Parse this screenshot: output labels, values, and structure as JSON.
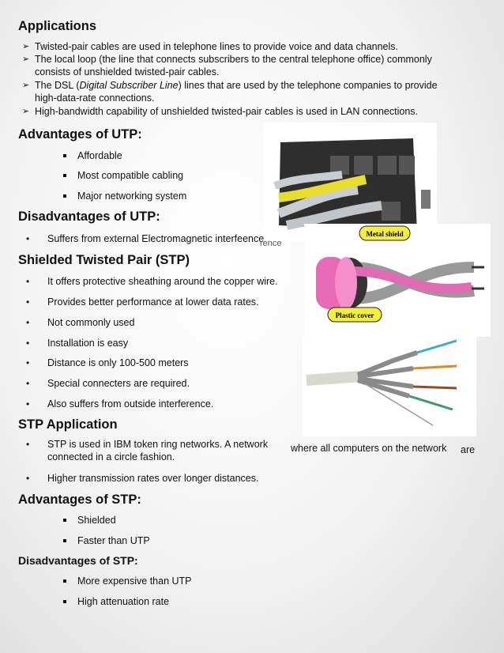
{
  "applications": {
    "heading": "Applications",
    "items": [
      "Twisted-pair cables are used in telephone lines to provide voice and data channels.",
      "The local loop (the line that connects subscribers to the central telephone office) commonly",
      "consists of unshielded twisted-pair cables.",
      "The DSL (",
      "Digital Subscriber Line",
      ") lines that are used by the telephone companies to provide",
      "high-data-rate connections.",
      "High-bandwidth capability of unshielded twisted-pair cables is used in LAN connections."
    ]
  },
  "utp_adv": {
    "heading": "Advantages of UTP:",
    "items": [
      "Affordable",
      "Most compatible cabling",
      "Major networking system"
    ]
  },
  "utp_dis": {
    "heading": "Disadvantages of UTP:",
    "items": [
      "Suffers from external Electromagnetic interfe",
      "ence",
      "rence"
    ]
  },
  "stp": {
    "heading": "Shielded Twisted Pair (STP)",
    "items": [
      "It offers protective sheathing around the copper wire.",
      "Provides better performance at lower data rates.",
      "Not commonly used",
      "Installation is easy",
      "Distance is only 100-500 meters",
      "Special connecters are required.",
      "Also suffers from outside interference."
    ]
  },
  "stp_app": {
    "heading": "STP Application",
    "items": [
      "STP is used in IBM token ring networks. A network",
      "where all computers on  the network",
      "are",
      "connected in a circle fashion.",
      "Higher transmission rates over longer distances."
    ]
  },
  "stp_adv": {
    "heading": "Advantages of STP:",
    "items": [
      "Shielded",
      "Faster than UTP"
    ]
  },
  "stp_dis": {
    "heading": "Disadvantages of STP:",
    "items": [
      "More expensive than UTP",
      "High attenuation rate"
    ]
  },
  "diagram": {
    "metal_label": "Metal shield",
    "plastic_label": "Plastic cover"
  },
  "bullets": {
    "arrow": "➢",
    "dot": "•"
  }
}
